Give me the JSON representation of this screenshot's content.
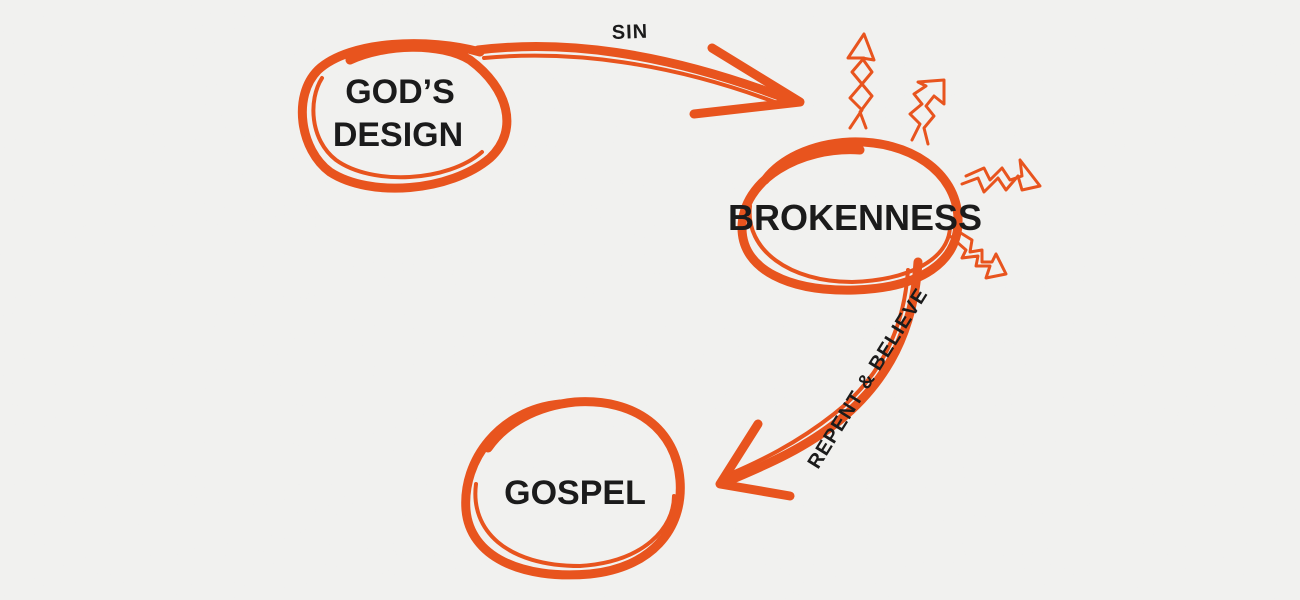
{
  "diagram": {
    "accent_color": "#e8541e",
    "nodes": {
      "gods_design": {
        "line1": "GOD’S",
        "line2": "DESIGN"
      },
      "brokenness": {
        "label": "BROKENNESS"
      },
      "gospel": {
        "label": "GOSPEL"
      }
    },
    "edges": {
      "sin": {
        "label": "SIN"
      },
      "repent_believe": {
        "label": "REPENT & BELIEVE"
      }
    }
  }
}
